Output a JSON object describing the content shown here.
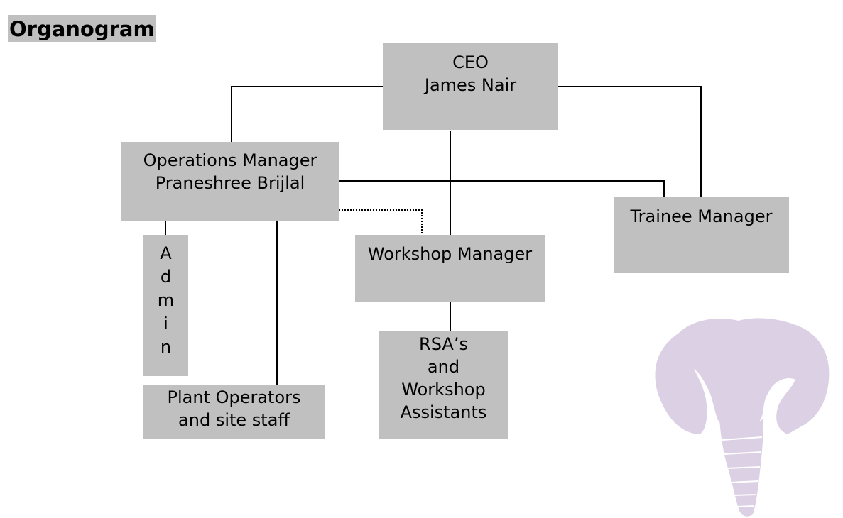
{
  "title": "Organogram",
  "nodes": {
    "ceo": {
      "role": "CEO",
      "name": "James Nair"
    },
    "operations_manager": {
      "role": "Operations Manager",
      "name": "Praneshree Brijlal"
    },
    "trainee_manager": {
      "role": "Trainee Manager"
    },
    "workshop_manager": {
      "role": "Workshop Manager"
    },
    "admin": {
      "letters": [
        "A",
        "d",
        "m",
        "i",
        "n"
      ]
    },
    "plant_operators": {
      "line1": "Plant Operators",
      "line2": "and site staff"
    },
    "rsa": {
      "line1": "RSA’s",
      "line2": "and",
      "line3": "Workshop",
      "line4": "Assistants"
    }
  },
  "colors": {
    "box_fill": "#c0c0c0",
    "connector": "#000000",
    "mascot": "#dcd0e4"
  },
  "icons": {
    "mascot": "elephant-head-icon"
  }
}
